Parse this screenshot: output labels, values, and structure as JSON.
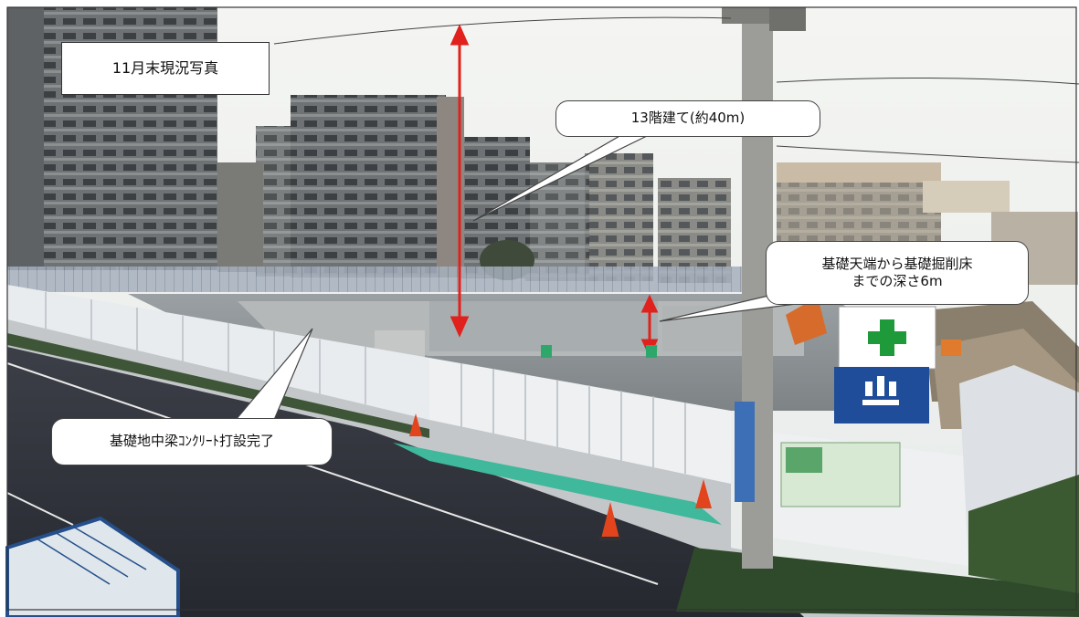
{
  "photo": {
    "title": "11月末現況写真",
    "callouts": {
      "building_height": "13階建て(約40m)",
      "excavation_depth": "基礎天端から基礎掘削床\nまでの深さ6m",
      "foundation_beam": "基礎地中梁ｺﾝｸﾘｰﾄ打設完了"
    },
    "colors": {
      "sky": "#f2f3f0",
      "measure_arrow": "#e0211c",
      "safety_cross": "#1f9a3a",
      "company_panel": "#1f4d99",
      "bike_lane": "#3fb89b"
    }
  }
}
